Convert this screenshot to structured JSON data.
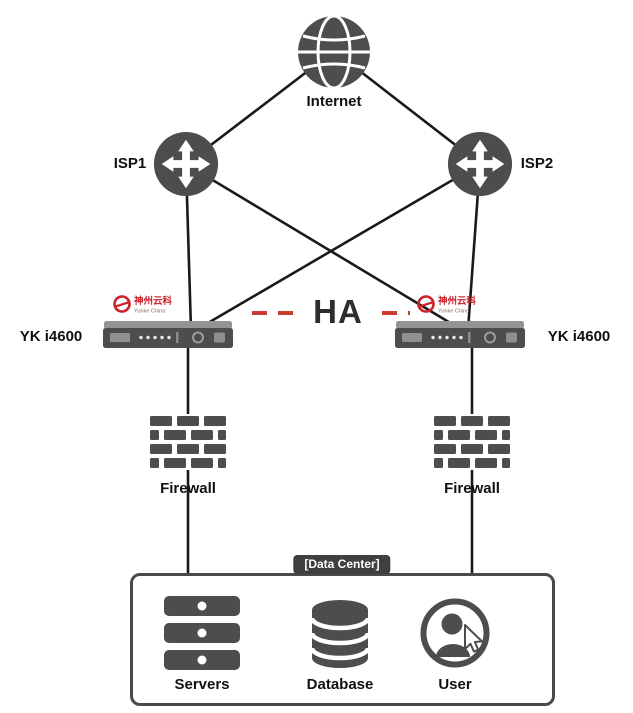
{
  "colors": {
    "icon": "#4d4d4d",
    "line": "#1a1a1a",
    "ha": "#cf3a32",
    "brand": "#cc2229",
    "label": "#111111"
  },
  "nodes": {
    "internet": {
      "label": "Internet"
    },
    "isp1": {
      "label": "ISP1"
    },
    "isp2": {
      "label": "ISP2"
    },
    "device_left": {
      "label": "YK i4600",
      "brand_cn": "神州云科",
      "brand_en": "Yunke China"
    },
    "device_right": {
      "label": "YK i4600",
      "brand_cn": "神州云科",
      "brand_en": "Yunke China"
    },
    "ha_link": {
      "label": "HA"
    },
    "firewall_left": {
      "label": "Firewall"
    },
    "firewall_right": {
      "label": "Firewall"
    },
    "datacenter": {
      "label": "[Data Center]"
    },
    "servers": {
      "label": "Servers"
    },
    "database": {
      "label": "Database"
    },
    "user": {
      "label": "User"
    }
  }
}
